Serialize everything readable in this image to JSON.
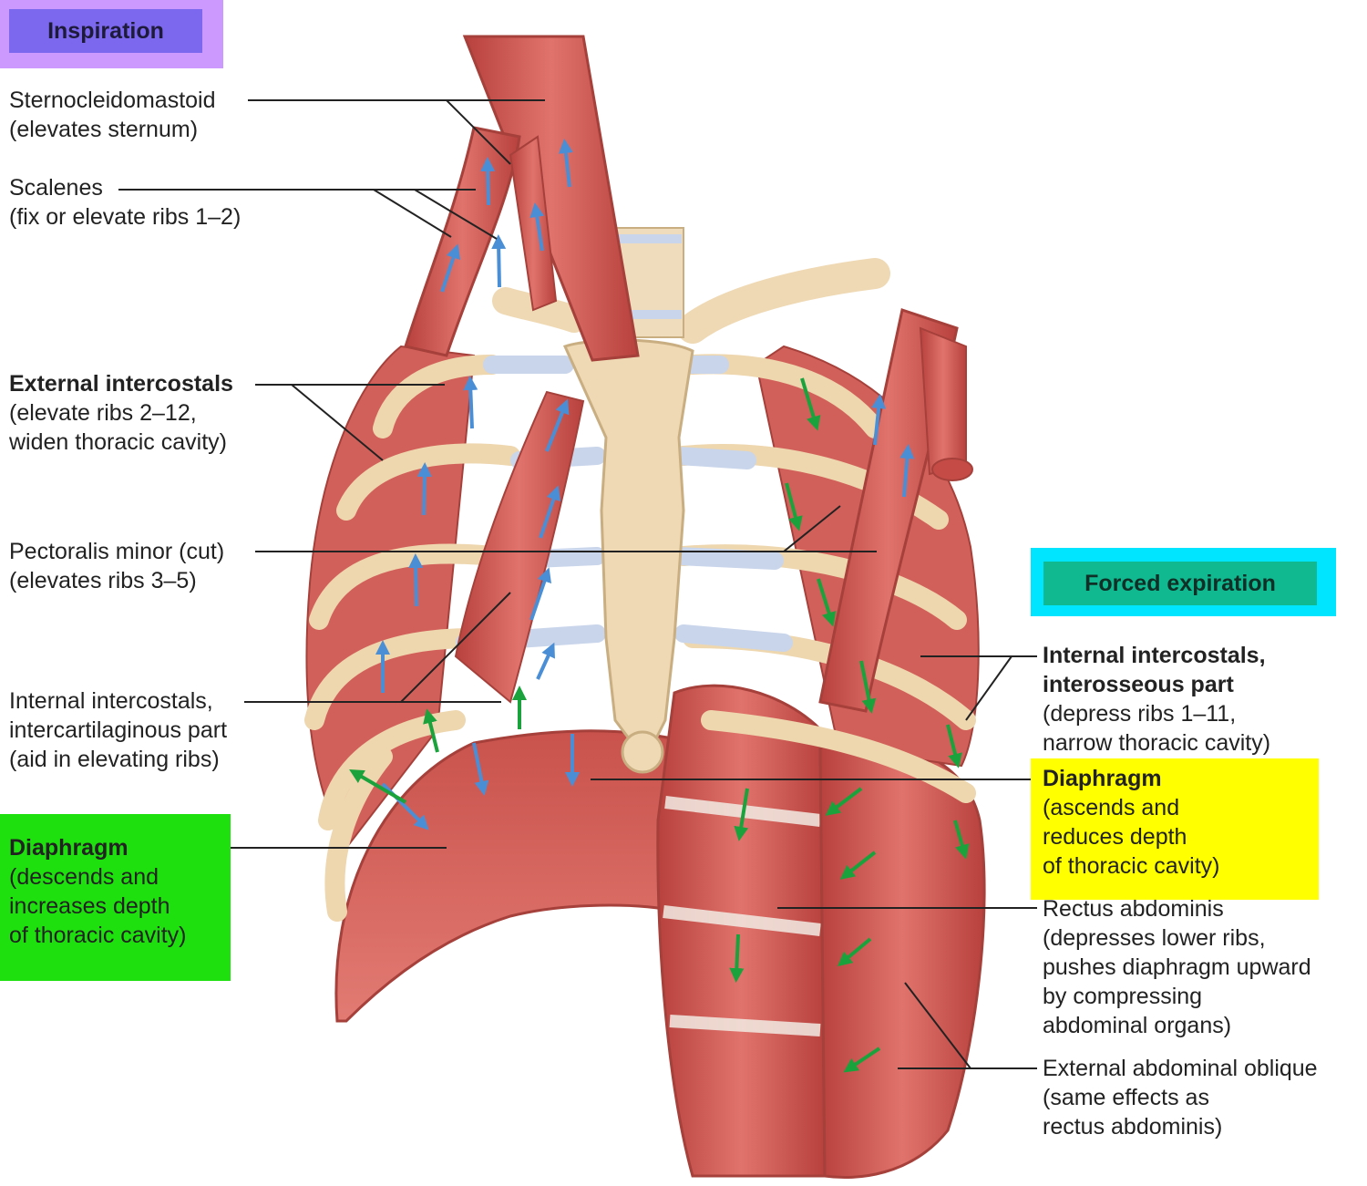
{
  "colors": {
    "inspiration_frame": "#cc99ff",
    "inspiration_tag": "#7b68ee",
    "expiration_frame": "#00e5ff",
    "expiration_tag": "#10b98f",
    "diaphragm_inspiration_highlight": "#1ee00e",
    "diaphragm_expiration_highlight": "#ffff00",
    "muscle": "#d9605a",
    "bone": "#efd9b4",
    "cartilage": "#c9d5ea",
    "arrow_inspiration": "#4a8fd6",
    "arrow_expiration": "#1aa33d"
  },
  "headers": {
    "inspiration": "Inspiration",
    "forced_expiration": "Forced expiration"
  },
  "labels": {
    "sternocleidomastoid": {
      "name": "Sternocleidomastoid",
      "action": "(elevates sternum)"
    },
    "scalenes": {
      "name": "Scalenes",
      "action": "(fix or elevate ribs 1–2)"
    },
    "external_intercostals": {
      "name": "External intercostals",
      "action_1": "(elevate ribs 2–12,",
      "action_2": "widen thoracic cavity)"
    },
    "pectoralis_minor": {
      "name": "Pectoralis minor (cut)",
      "action": "(elevates ribs 3–5)"
    },
    "internal_intercostals_intercartilaginous": {
      "name_1": "Internal intercostals,",
      "name_2": "intercartilaginous part",
      "action": "(aid in elevating ribs)"
    },
    "diaphragm_inspiration": {
      "name": "Diaphragm",
      "action_1": "(descends and",
      "action_2": "increases depth",
      "action_3": "of thoracic cavity)"
    },
    "internal_intercostals_interosseous": {
      "name_1": "Internal intercostals,",
      "name_2": "interosseous part",
      "action_1": "(depress ribs 1–11,",
      "action_2": "narrow thoracic cavity)"
    },
    "diaphragm_expiration": {
      "name": "Diaphragm",
      "action_1": "(ascends and",
      "action_2": "reduces depth",
      "action_3": "of thoracic cavity)"
    },
    "rectus_abdominis": {
      "name": "Rectus abdominis",
      "action_1": "(depresses lower ribs,",
      "action_2": "pushes diaphragm upward",
      "action_3": "by compressing",
      "action_4": "abdominal organs)"
    },
    "external_abdominal_oblique": {
      "name": "External abdominal oblique",
      "action_1": "(same effects as",
      "action_2": "rectus abdominis)"
    }
  }
}
